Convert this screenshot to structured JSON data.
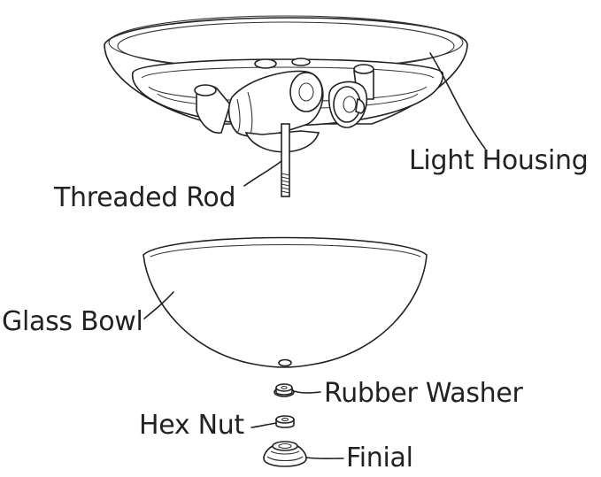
{
  "labels": {
    "light_housing": "Light Housing",
    "threaded_rod": "Threaded Rod",
    "glass_bowl": "Glass Bowl",
    "rubber_washer": "Rubber Washer",
    "hex_nut": "Hex Nut",
    "finial": "Finial"
  }
}
